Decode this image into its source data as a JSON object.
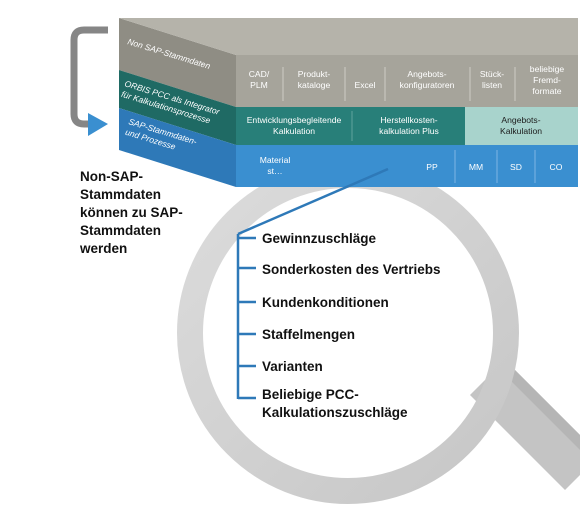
{
  "layers": {
    "top": {
      "side_label": "Non SAP-Stammdaten",
      "cells": [
        "CAD/ PLM",
        "Produkt- kataloge",
        "Excel",
        "Angebots- konfiguratoren",
        "Stück- listen",
        "beliebige Fremd- formate"
      ]
    },
    "middle": {
      "side_label_line1": "ORBIS PCC als Integrator",
      "side_label_line2": "für Kalkulationsprozesse",
      "cells": [
        "Entwicklungsbegleitende Kalkulation",
        "Herstellkosten- kalkulation Plus"
      ],
      "highlight": "Angebots- Kalkulation"
    },
    "bottom": {
      "side_label_line1": "SAP-Stammdaten-",
      "side_label_line2": "und Prozesse",
      "cells": [
        "Material st…",
        "PP",
        "MM",
        "SD",
        "CO"
      ]
    }
  },
  "note": [
    "Non-SAP-",
    "Stammdaten",
    "können zu SAP-",
    "Stammdaten",
    "werden"
  ],
  "zoom_items": [
    "Gewinnzuschläge",
    "Sonderkosten des Vertriebs",
    "Kundenkonditionen",
    "Staffelmengen",
    "Varianten",
    "Beliebige PCC- Kalkulationszuschläge"
  ],
  "colors": {
    "grey": "#a6a49b",
    "grey_side": "#8a887f",
    "green": "#287f79",
    "green_side": "#1f6a64",
    "highlight": "#a8d3cc",
    "blue": "#3a8fd0",
    "blue_side": "#2e79b8",
    "arrow": "#868686",
    "lens": "#cdcdcd"
  }
}
